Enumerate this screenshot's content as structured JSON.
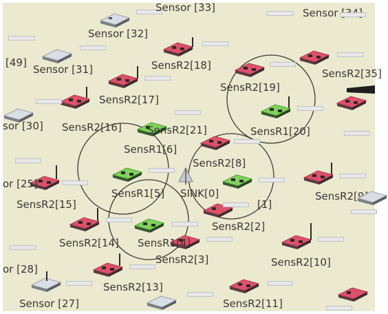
{
  "simulation": {
    "nodes": [
      {
        "name": "Sensor [33]",
        "type": "sensor"
      },
      {
        "name": "Sensor [34]",
        "type": "sensor"
      },
      {
        "name": "Sensor [32]",
        "type": "sensor"
      },
      {
        "name": "[49]",
        "type": "sensor"
      },
      {
        "name": "Sensor [31]",
        "type": "sensor"
      },
      {
        "name": "SensR2[18]",
        "type": "sensr2"
      },
      {
        "name": "SensR2[35]",
        "type": "sensr2"
      },
      {
        "name": "SensR2[19]",
        "type": "sensr2"
      },
      {
        "name": "SensR2[17]",
        "type": "sensr2"
      },
      {
        "name": "sor [30]",
        "type": "sensor"
      },
      {
        "name": "SensR2[16]",
        "type": "sensr2"
      },
      {
        "name": "SensR2[21]",
        "type": "sensr2"
      },
      {
        "name": "SensR1[20]",
        "type": "sensr1"
      },
      {
        "name": "SensR1[6]",
        "type": "sensr1"
      },
      {
        "name": "SensR2[8]",
        "type": "sensr2"
      },
      {
        "name": "or [25]",
        "type": "sensor"
      },
      {
        "name": "SensR1[5]",
        "type": "sensr1"
      },
      {
        "name": "SINK[0]",
        "type": "sink"
      },
      {
        "name": "SensR2[9]",
        "type": "sensr2"
      },
      {
        "name": "SensR2[15]",
        "type": "sensr2"
      },
      {
        "name": "[1]",
        "type": "sensr1"
      },
      {
        "name": "SensR2[2]",
        "type": "sensr2"
      },
      {
        "name": "SensR2[14]",
        "type": "sensr2"
      },
      {
        "name": "SensR1[4]",
        "type": "sensr1"
      },
      {
        "name": "SensR2[3]",
        "type": "sensr2"
      },
      {
        "name": "SensR2[10]",
        "type": "sensr2"
      },
      {
        "name": "or [28]",
        "type": "sensor"
      },
      {
        "name": "SensR2[13]",
        "type": "sensr2"
      },
      {
        "name": "Sensor [27]",
        "type": "sensor"
      },
      {
        "name": "SensR2[11]",
        "type": "sensr2"
      }
    ],
    "colors": {
      "background": "#ebead0",
      "sensr2_node": "#e0506a",
      "sensr1_node": "#7fd35a",
      "sensor_node": "#d9dde4",
      "label_text": "#3a3530",
      "range_circle": "#3b3a32"
    }
  }
}
